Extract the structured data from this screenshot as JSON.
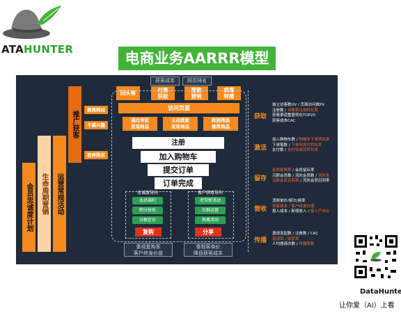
{
  "brand": {
    "prefix": "ATA",
    "suffix": "HUNTER"
  },
  "title": "电商业务AARRR模型",
  "top_labels": [
    "获客成本",
    "网页排名"
  ],
  "channels": [
    {
      "line1": "回头客",
      "line2": ""
    },
    {
      "line1": "付费",
      "line2": "获取"
    },
    {
      "line1": "搜索",
      "line2": "营销"
    },
    {
      "line1": "病毒",
      "line2": "转播"
    }
  ],
  "visit_page": "访问页面",
  "left_labels": [
    "跳离网站",
    "不感兴趣",
    "放弃购买"
  ],
  "sub_actions": [
    {
      "line1": "通过导航",
      "line2": "发现商品"
    },
    {
      "line1": "主动搜索",
      "line2": "发现商品"
    },
    {
      "line1": "数据筛选",
      "line2": "推荐商品"
    }
  ],
  "funnel": [
    "注册",
    "加入购物车",
    "提交订单",
    "订单完成"
  ],
  "guides": {
    "loyalty": "忠诚度导向",
    "acquire": "客户获取导向"
  },
  "loyalty_items": [
    "会员福利",
    "积分体系",
    "分群定价"
  ],
  "acquire_items": [
    "老带新活动",
    "社群运营",
    "病毒活动"
  ],
  "actions": {
    "repurchase": "复购",
    "share": "分享"
  },
  "bottom_notes": [
    {
      "line1": "重视复购率",
      "line2": "客户终身价值"
    },
    {
      "line1": "重视客单价",
      "line2": "降低获客成本"
    }
  ],
  "vertical_labels": {
    "promo": "推广获客",
    "loyalty": "会员忠诚度计划",
    "lifecycle": "生命周期营销",
    "ops": "运营常规活动"
  },
  "stages": [
    {
      "name": "获取",
      "metrics": [
        {
          "text": "独立访客数UV / 页面访问数PV",
          "hot": ""
        },
        {
          "text": "注册数 / ",
          "hot": "访客首注册转化率"
        },
        {
          "text": "获客渠道重复转化TOP20",
          "hot": ""
        },
        {
          "text": "获客成本CAC",
          "hot": ""
        }
      ]
    },
    {
      "name": "激活",
      "metrics": [
        {
          "text": "加入购物车数 / ",
          "hot": "购物车下单转化率"
        },
        {
          "text": "下单笔数 / ",
          "hot": "下单到支付转化率"
        },
        {
          "text": "支付数 / ",
          "hot": "支付到成功转化率"
        }
      ]
    },
    {
      "name": "留存",
      "metrics": [
        {
          "text": "会员复购率",
          "hot": " / 会员留存率"
        },
        {
          "text": "沉默会员数 / 流失会员数 / ",
          "hot": "流失率"
        },
        {
          "text": "沉默会员召回率",
          "hot": " / 流失会员召回率"
        }
      ]
    },
    {
      "name": "营收",
      "metrics": [
        {
          "text": "消费单价/频次/频率",
          "hot": ""
        },
        {
          "text": "",
          "hot": "获客成本 / 客户终身价值"
        },
        {
          "text": "投入成本 / 新增收入 / ",
          "hot": "投入产出比"
        }
      ]
    },
    {
      "name": "传播",
      "metrics": [
        {
          "text": "邀请发起数 / 注册数 / CAC",
          "hot": ""
        },
        {
          "text": "",
          "hot": "邀请率 / 接受率"
        },
        {
          "text": "人均邀请次数 / ",
          "hot": "传播系数"
        }
      ]
    }
  ],
  "footer": {
    "brand": "DataHunter",
    "slogan": "让你爱（AI）上看"
  },
  "colors": {
    "accent": "#f58a1f",
    "title_bg": "#43b43a",
    "panel": "#1f2a3a",
    "alert": "#e0321c",
    "metric_hot": "#ff6a3d"
  }
}
